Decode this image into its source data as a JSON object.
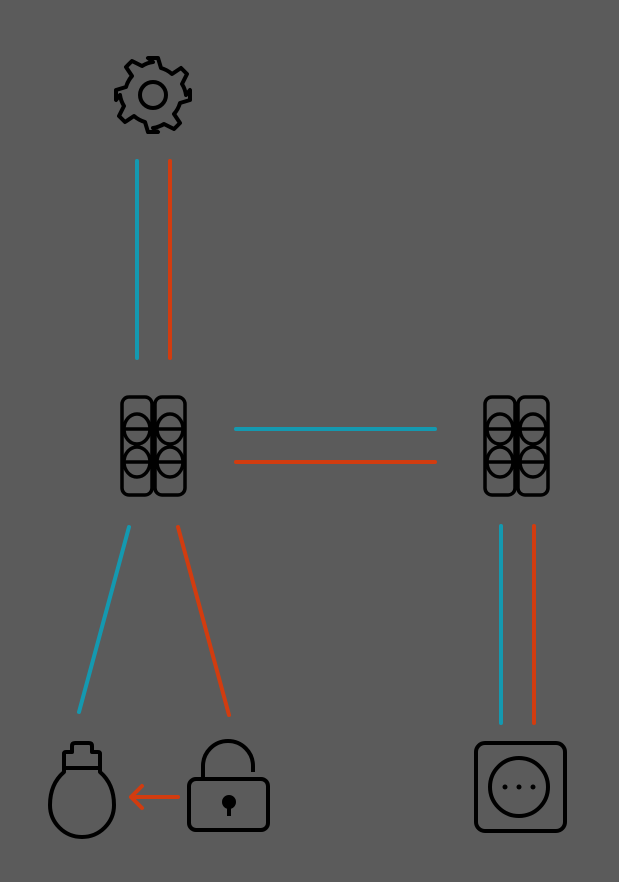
{
  "diagram": {
    "background": "#5b5b5b",
    "colors": {
      "neutral": "#1499b0",
      "live": "#d23c0f",
      "icon_stroke": "#000000"
    },
    "nodes": [
      {
        "id": "breaker",
        "icon": "gear-icon"
      },
      {
        "id": "junction-left",
        "icon": "terminal-block-icon"
      },
      {
        "id": "junction-right",
        "icon": "terminal-block-icon"
      },
      {
        "id": "lamp",
        "icon": "light-bulb-icon"
      },
      {
        "id": "switch",
        "icon": "unlocked-padlock-icon"
      },
      {
        "id": "outlet",
        "icon": "power-outlet-icon"
      }
    ],
    "connections": [
      {
        "from": "breaker",
        "to": "junction-left",
        "wires": [
          "neutral",
          "live"
        ]
      },
      {
        "from": "junction-left",
        "to": "junction-right",
        "wires": [
          "neutral",
          "live"
        ]
      },
      {
        "from": "junction-left",
        "to": "lamp",
        "wires": [
          "neutral"
        ]
      },
      {
        "from": "junction-left",
        "to": "switch",
        "wires": [
          "live"
        ]
      },
      {
        "from": "switch",
        "to": "lamp",
        "wires": [
          "live"
        ],
        "arrow": true
      },
      {
        "from": "junction-right",
        "to": "outlet",
        "wires": [
          "neutral",
          "live"
        ]
      }
    ]
  }
}
